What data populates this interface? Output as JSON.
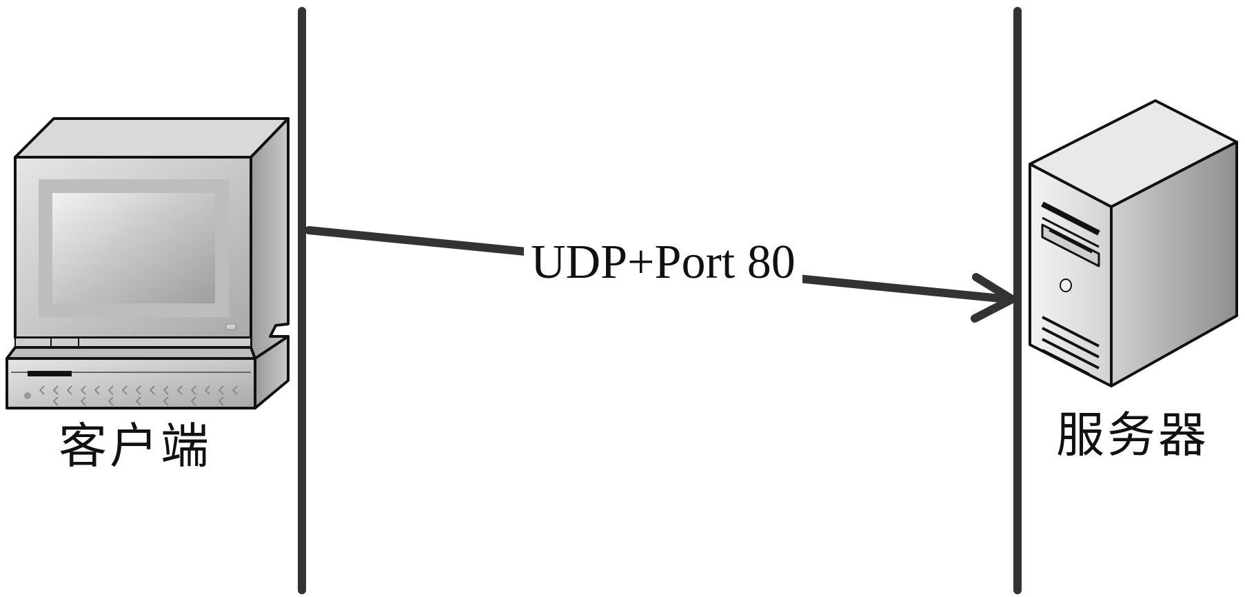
{
  "client": {
    "label": "客户端"
  },
  "server": {
    "label": "服务器"
  },
  "message": {
    "label": "UDP+Port 80"
  }
}
